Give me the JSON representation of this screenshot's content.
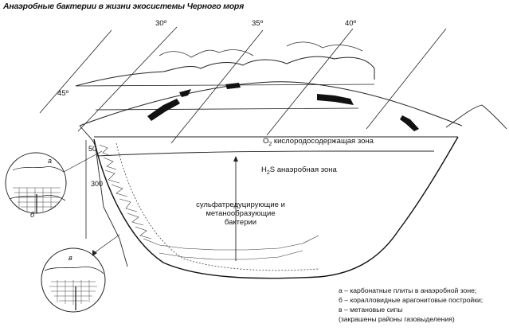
{
  "title": "Анаэробные бактерии в жизни экосистемы Черного моря",
  "longitudes": [
    "30º",
    "35º",
    "40º"
  ],
  "latitude": "45º",
  "depths": [
    "50",
    "300"
  ],
  "zones": {
    "oxygen_prefix": "O",
    "oxygen_sub": "2",
    "oxygen_text": " кислородосодержащая зона",
    "h2s_prefix": "H",
    "h2s_sub": "2",
    "h2s_text": "S анаэробная зона"
  },
  "bacteria_label": "сульфатредуцирующие и метанообразующие бактерии",
  "inset_letters": {
    "a": "а",
    "b": "б",
    "v": "в"
  },
  "legend": [
    "а – карбонатные плиты в анаэробной зоне;",
    "б – коралловидные арагонитовые постройки;",
    "в – метановые сипы",
    "(закрашены районы газовыделения)"
  ]
}
